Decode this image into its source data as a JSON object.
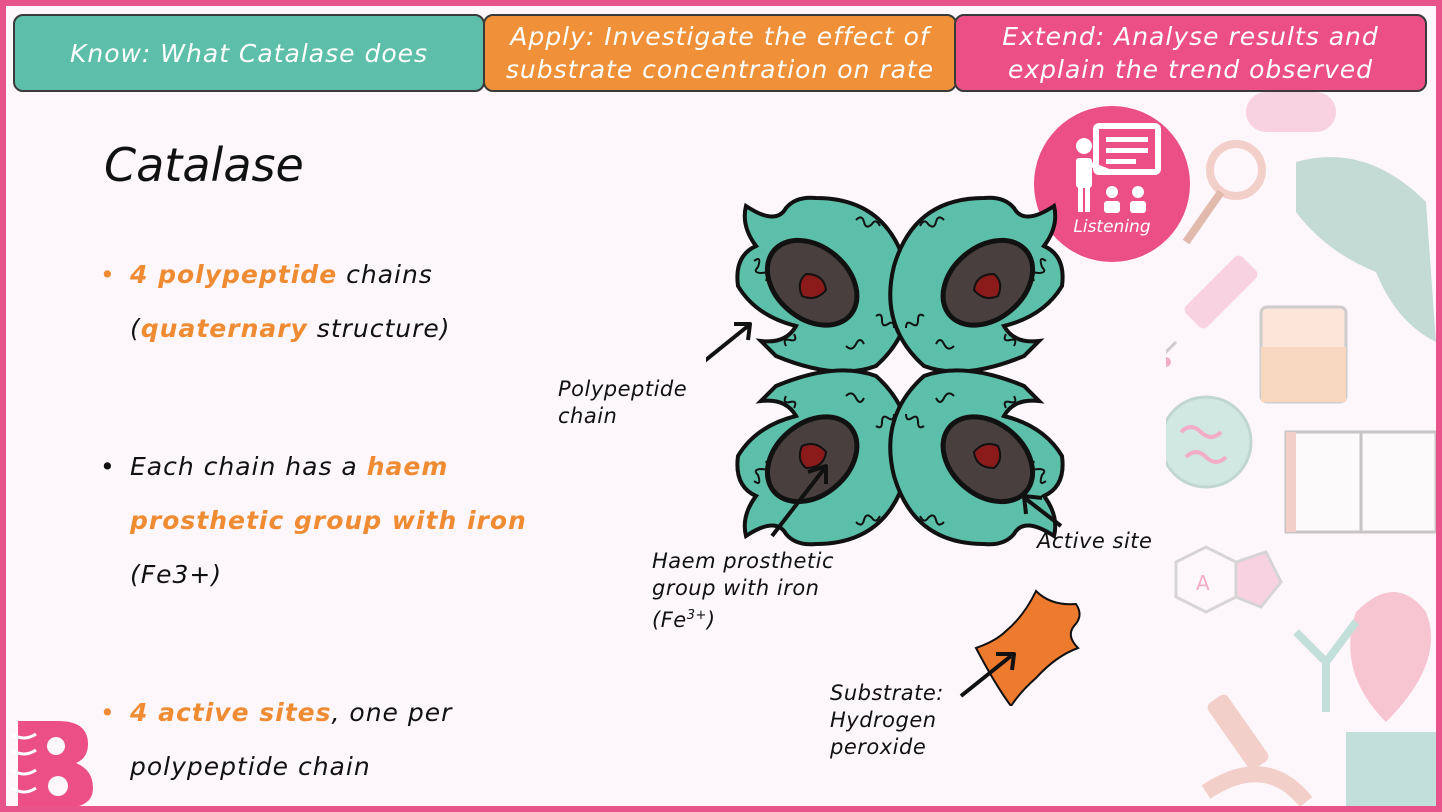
{
  "header": {
    "know": "Know: What Catalase does",
    "apply_l1": "Apply: Investigate the effect of",
    "apply_l2": "substrate concentration on rate",
    "extend_l1": "Extend: Analyse results and",
    "extend_l2": "explain the trend observed"
  },
  "title": "Catalase",
  "bullets": {
    "b1_a": "4 polypeptide",
    "b1_b": " chains",
    "b1_c": "(",
    "b1_d": "quaternary",
    "b1_e": " structure)",
    "b2_a": "Each chain has a ",
    "b2_b": "haem",
    "b2_c": "prosthetic group with iron",
    "b2_d": "(Fe3+)",
    "b3_a": "4 active sites",
    "b3_b": ", one per",
    "b3_c": "polypeptide chain"
  },
  "labels": {
    "polypeptide_l1": "Polypeptide",
    "polypeptide_l2": "chain",
    "haem_l1": "Haem prosthetic",
    "haem_l2": "group with iron",
    "haem_l3": "(Fe",
    "haem_sup": "3+",
    "haem_l3b": ")",
    "active_site": "Active site",
    "substrate_l1": "Substrate:",
    "substrate_l2": "Hydrogen",
    "substrate_l3": "peroxide"
  },
  "badge": {
    "label": "Listening"
  },
  "colors": {
    "know": "#5dbfa9",
    "apply": "#f0913a",
    "extend": "#ec4f86",
    "accent_orange": "#ef8c33",
    "chain_teal": "#5cbfa9",
    "haem_dark": "#4a3f3f",
    "iron_red": "#8b1a1a",
    "substrate": "#ee7a2e",
    "border_pink": "#e8538a"
  }
}
